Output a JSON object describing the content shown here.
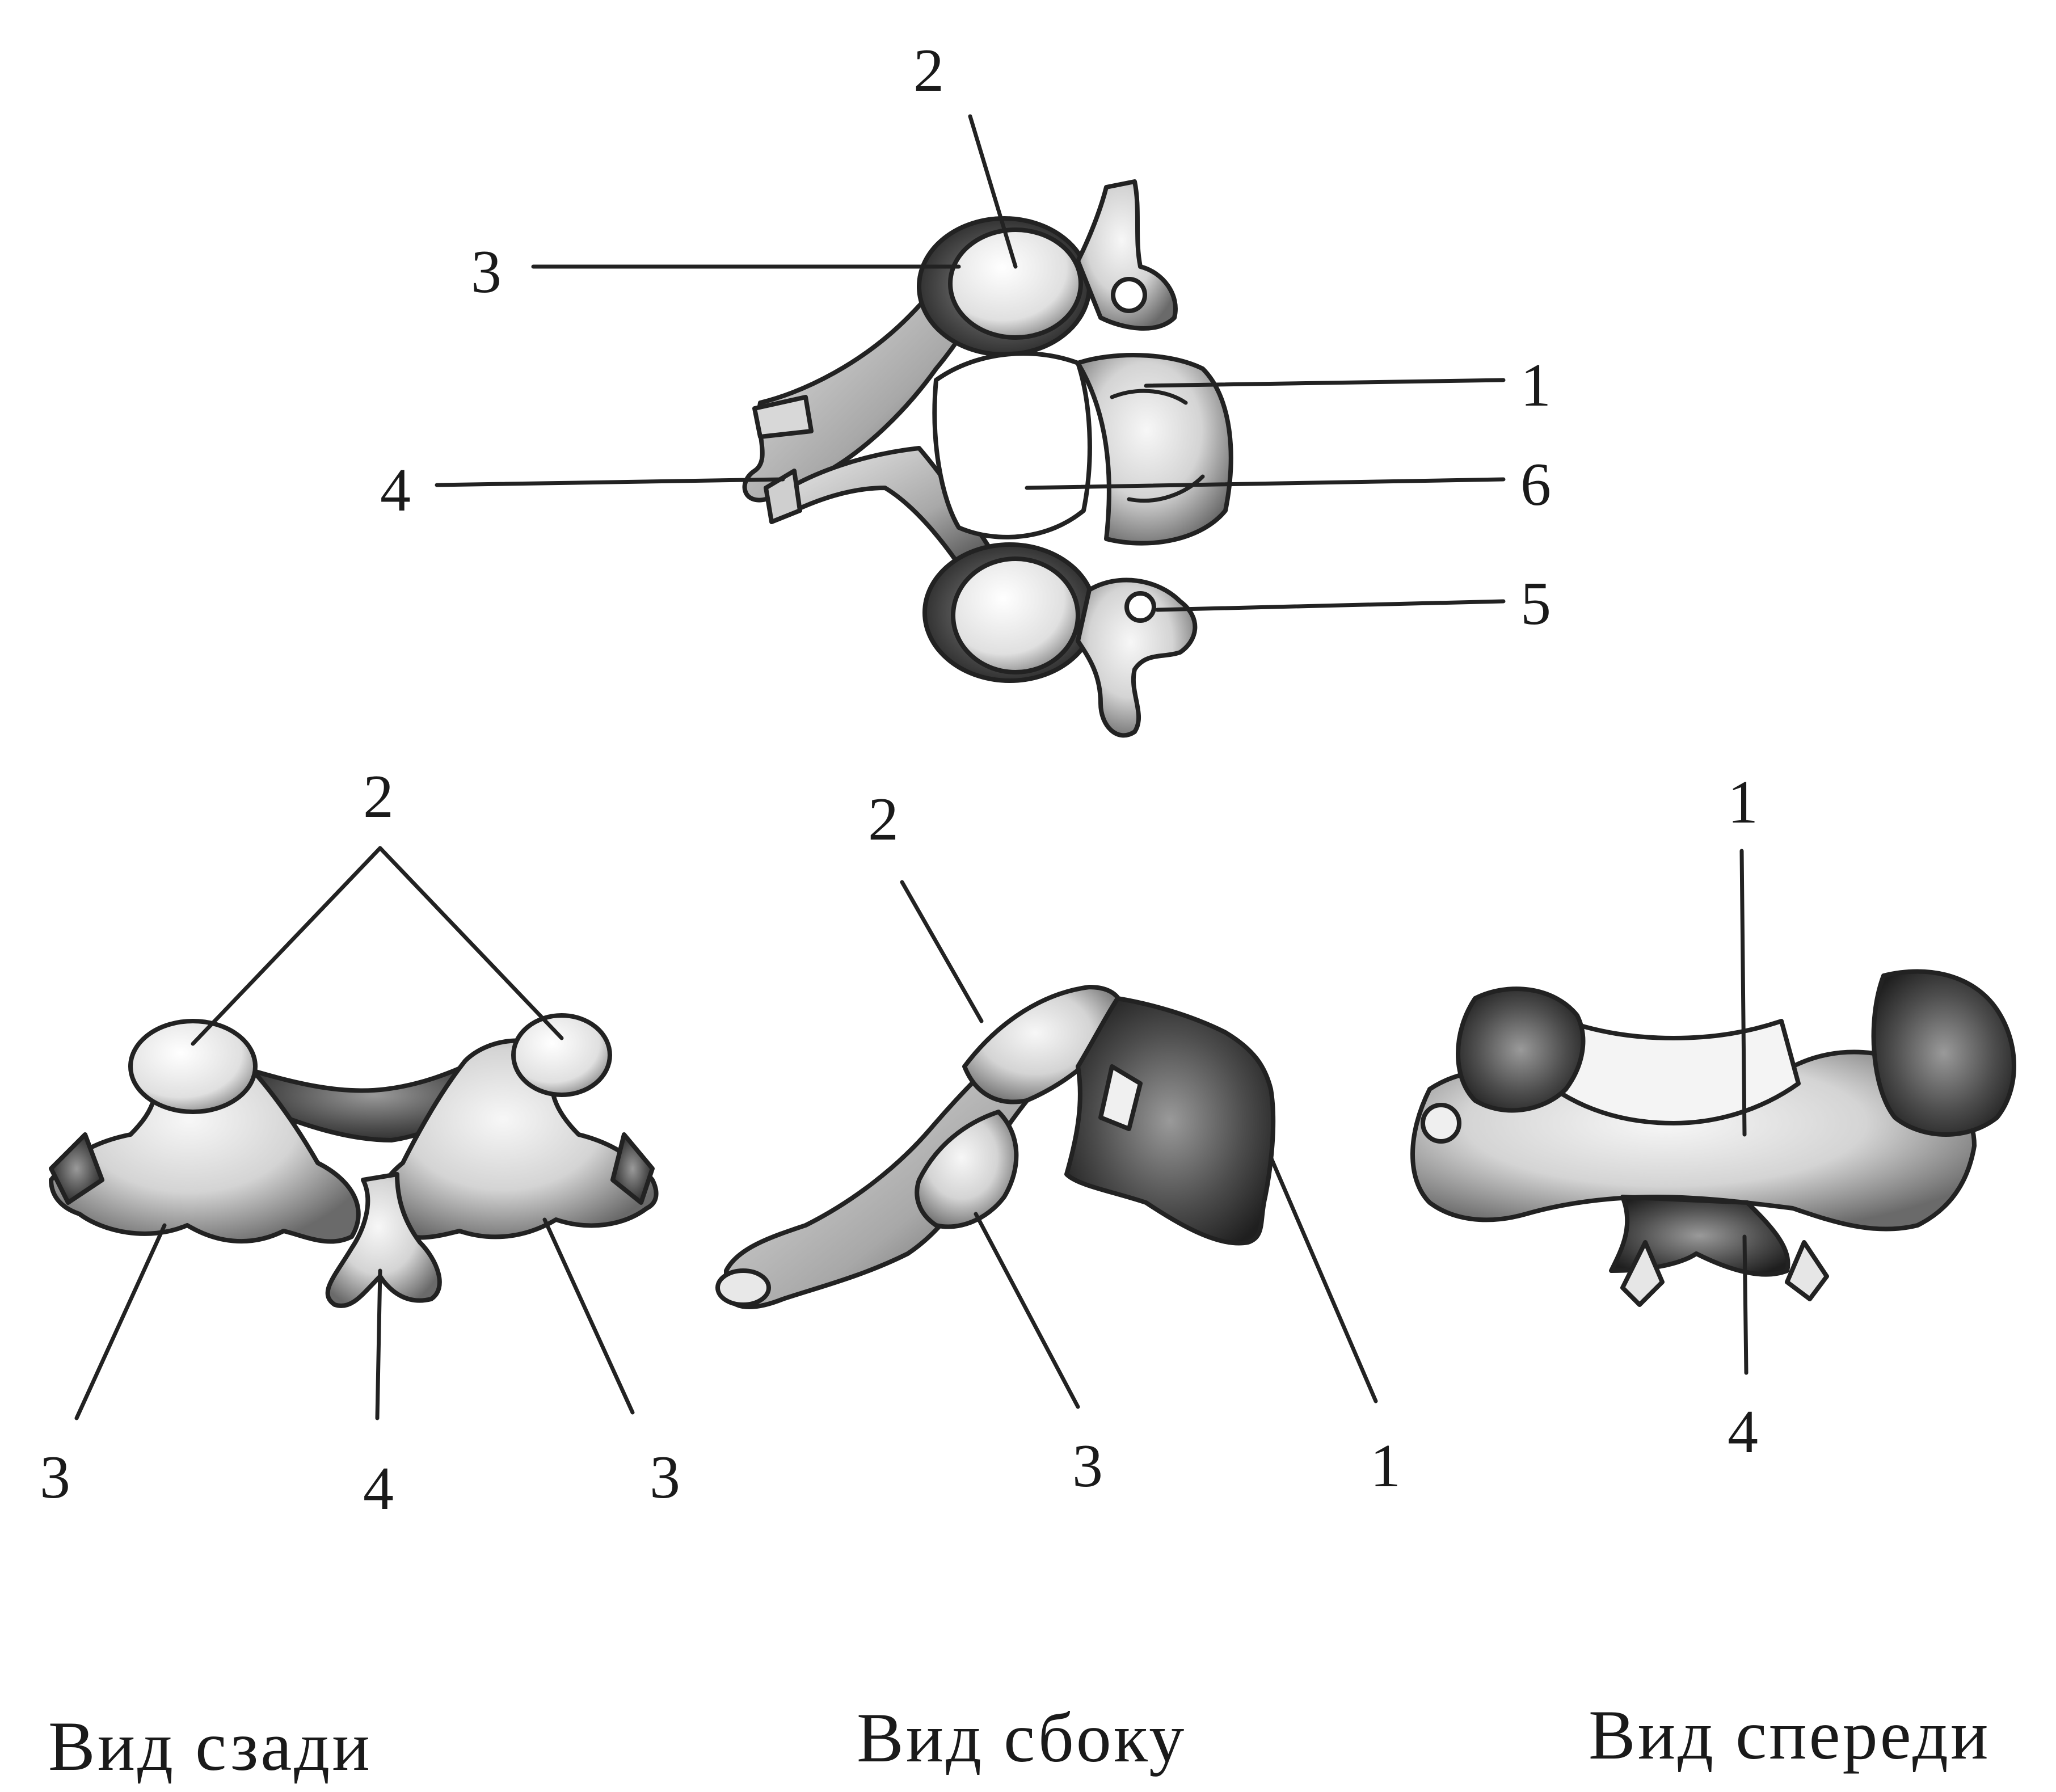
{
  "palette": {
    "ink": "#1a1a1a",
    "bone_light": "#f2f2f2",
    "bone_mid": "#bdbdbd",
    "bone_dark": "#4a4a4a",
    "bone_shadow": "#2b2b2b"
  },
  "top_view": {
    "labels": {
      "l1": "1",
      "l2": "2",
      "l3": "3",
      "l4": "4",
      "l5": "5",
      "l6": "6"
    }
  },
  "posterior_view": {
    "labels": {
      "l2": "2",
      "l3_left": "3",
      "l4": "4",
      "l3_right": "3"
    },
    "caption": "Вид сзади"
  },
  "lateral_view": {
    "labels": {
      "l2": "2",
      "l3": "3",
      "l1": "1"
    },
    "caption": "Вид сбоку"
  },
  "anterior_view": {
    "labels": {
      "l1": "1",
      "l4": "4"
    },
    "caption": "Вид спереди"
  }
}
